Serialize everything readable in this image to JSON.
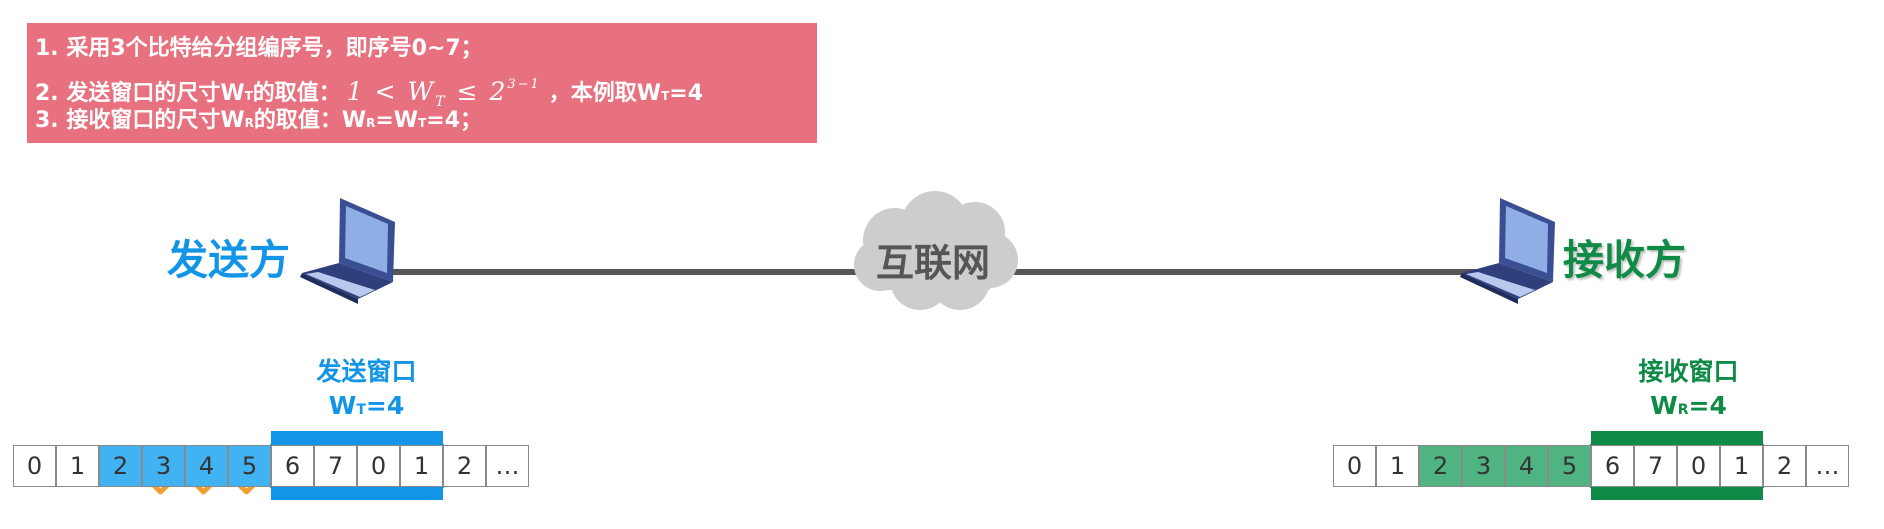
{
  "notes": {
    "line1": "1. 采用3个比特给分组编序号，即序号0~7；",
    "line2_prefix": "2. 发送窗口的尺寸W",
    "line2_sub": "T",
    "line2_mid": "的取值：",
    "line2_formula_a": "1 < W",
    "line2_formula_sub": "T",
    "line2_formula_b": "≤ 2",
    "line2_formula_sup": "3−1",
    "line2_suffix_a": "，本例取W",
    "line2_suffix_sub": "T",
    "line2_suffix_b": "=4",
    "line3_prefix": "3. 接收窗口的尺寸W",
    "line3_sub": "R",
    "line3_mid": "的取值：W",
    "line3_sub2": "R",
    "line3_mid2": "=W",
    "line3_sub3": "T",
    "line3_suffix": "=4；"
  },
  "sender": {
    "label": "发送方",
    "icon": "laptop-icon"
  },
  "receiver": {
    "label": "接收方",
    "icon": "laptop-icon"
  },
  "network": {
    "label": "互联网",
    "icon": "cloud-icon"
  },
  "sender_window": {
    "title": "发送窗口",
    "w_prefix": "W",
    "w_sub": "T",
    "w_suffix": "=4",
    "cells": [
      "0",
      "1",
      "2",
      "3",
      "4",
      "5",
      "6",
      "7",
      "0",
      "1",
      "2",
      "…"
    ],
    "sent_cells": [
      2,
      3,
      4,
      5
    ],
    "acked_cells": [
      3,
      4,
      5
    ],
    "window_start": 6,
    "window_size": 4
  },
  "receiver_window": {
    "title": "接收窗口",
    "w_prefix": "W",
    "w_sub": "R",
    "w_suffix": "=4",
    "cells": [
      "0",
      "1",
      "2",
      "3",
      "4",
      "5",
      "6",
      "7",
      "0",
      "1",
      "2",
      "…"
    ],
    "received_cells": [
      2,
      3,
      4,
      5
    ],
    "window_start": 6,
    "window_size": 4
  },
  "colors": {
    "notes_bg": "#e8717f",
    "sender_blue": "#1295e6",
    "sender_cell_fill": "#42b3f2",
    "receiver_green": "#0f8a47",
    "receiver_cell_fill": "#4fb382",
    "ack_orange": "#f0a030",
    "link_gray": "#555555"
  }
}
